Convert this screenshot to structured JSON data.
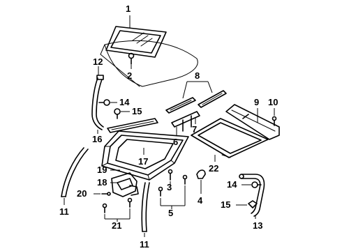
{
  "callouts": {
    "c1": "1",
    "c2": "2",
    "c3": "3",
    "c4": "4",
    "c5": "5",
    "c6": "6",
    "c7": "7",
    "c8": "8",
    "c9": "9",
    "c10": "10",
    "c11a": "11",
    "c11b": "11",
    "c12": "12",
    "c13": "13",
    "c14a": "14",
    "c14b": "14",
    "c15a": "15",
    "c15b": "15",
    "c16": "16",
    "c17": "17",
    "c18": "18",
    "c19": "19",
    "c20": "20",
    "c21": "21",
    "c22": "22"
  }
}
